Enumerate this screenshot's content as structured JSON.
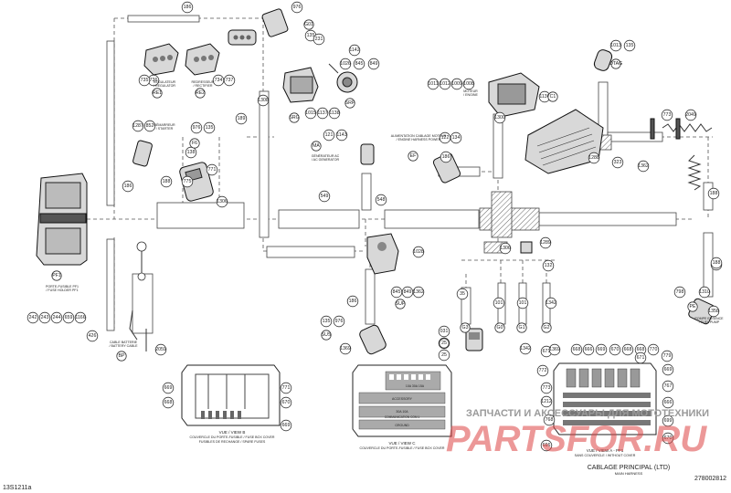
{
  "figure_id": "13S1211a",
  "drawing_number": "278002812",
  "title": {
    "fr": "CABLAGE PRINCIPAL (LTD)",
    "en": "MAIN HARNESS"
  },
  "watermark": {
    "text": "ЗАПЧАСТИ И АКСЕССУАРЫ ДЛЯ МОТОТЕХНИКИ",
    "logo": "PARTSFOR.RU"
  },
  "part_refs": [
    "186",
    "976",
    "135",
    "231",
    "1142",
    "1026",
    "845",
    "849",
    "736",
    "735",
    "734",
    "737",
    "1015",
    "1137",
    "1138",
    "1308",
    "189",
    "1287",
    "852",
    "976",
    "135",
    "138",
    "771",
    "1306",
    "775",
    "188",
    "186",
    "549",
    "548",
    "1011",
    "1012",
    "1009",
    "1008",
    "1300",
    "1136",
    "122",
    "134",
    "186",
    "1013",
    "135",
    "773",
    "2049",
    "1288",
    "323",
    "1362",
    "188",
    "426",
    "1306",
    "1289",
    "132",
    "121",
    "1143",
    "1028",
    "845",
    "849",
    "1362",
    "186",
    "35",
    "101",
    "101",
    "1342",
    "135",
    "976",
    "031",
    "107",
    "25",
    "2059",
    "242",
    "243",
    "244",
    "659",
    "1166",
    "426",
    "188",
    "1369",
    "669",
    "668",
    "771",
    "670",
    "669",
    "668",
    "666",
    "669",
    "670",
    "668",
    "671",
    "669",
    "767",
    "666",
    "773",
    "1212",
    "699",
    "666",
    "768",
    "670",
    "772",
    "779",
    "770",
    "671",
    "668",
    "1358",
    "1310",
    "798",
    "1342",
    "1369"
  ],
  "connector_codes": [
    "RE1",
    "RE2",
    "G01",
    "SRG",
    "SRP",
    "F6",
    "MA",
    "EF",
    "C1",
    "OTAG",
    "PF1",
    "BP",
    "PE",
    "SUS",
    "SUP",
    "G0",
    "G1",
    "G2",
    "G3",
    "25"
  ],
  "component_labels": {
    "regulator": {
      "fr": "RÉGULATEUR",
      "en": "/ REGULATOR"
    },
    "rectifier": {
      "fr": "REDRESSEUR",
      "en": "/ RECTIFIER"
    },
    "starter_relay": {
      "fr": "DÉMARREUR",
      "en": "/ STARTER"
    },
    "generator": {
      "fr": "GÉNÉRATEUR AC",
      "en": "/ AC GENERATOR"
    },
    "engine_feed": {
      "fr": "ALIMENTATION CABLAGE MOTEUR",
      "en": "/ ENGINE HARNESS POWER"
    },
    "engine": {
      "fr": "MOTEUR",
      "en": "/ ENGINE"
    },
    "fuse_holder": {
      "fr": "PORTE-FUSIBLE PF1",
      "en": "/ FUSE HOLDER PF1"
    },
    "battery_cable": {
      "fr": "CABLE BATTERIE",
      "en": "/ BATTERY CABLE"
    },
    "fuel_pump": {
      "fr": "POMPE ESSENCE",
      "en": "/ FUEL PUMP"
    }
  },
  "views": [
    {
      "id": "view-b",
      "fr": "VUE / VIEW B",
      "line1": "COUVERCLE DU PORTE-FUSIBLE / FUSE BOX COVER",
      "line2": "FUSIBLES DE RECHANGE / SPARE FUSES"
    },
    {
      "id": "view-c",
      "fr": "VUE / VIEW C",
      "line1": "COUVERCLE DU PORTE-FUSIBLE / FUSE BOX COVER",
      "line2": ""
    },
    {
      "id": "view-a",
      "fr": "VUE / VIEW A - PF1",
      "line1": "SANS COUVERCLE / WITHOUT COVER",
      "line2": ""
    }
  ],
  "fuse_cover_text": {
    "row1": "10A  30A  15A",
    "row2": "ACCESSORY",
    "row3": "30A  10A",
    "row4": "COMMUNICATION  COM 1",
    "row5": "GROUND"
  },
  "colors": {
    "line": "#333333",
    "component": "#d8d8d8",
    "watermark_red": "#dd4444",
    "watermark_grey": "#9a9a9a"
  }
}
